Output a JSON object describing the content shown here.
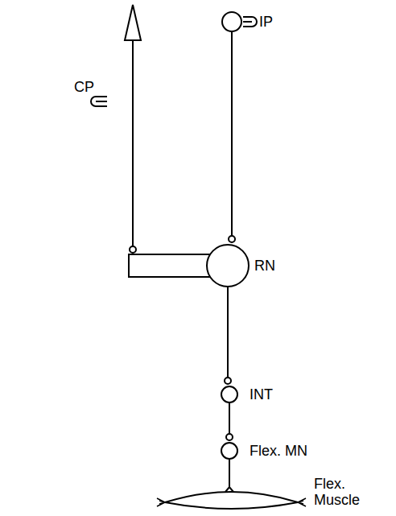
{
  "diagram": {
    "nodes": [
      {
        "text": [
          "IP"
        ]
      },
      {
        "text": [
          "RN"
        ]
      },
      {
        "text": [
          "INT"
        ]
      },
      {
        "text": [
          "Flex. MN"
        ]
      },
      {
        "text": [
          "Flex. Muscle"
        ]
      }
    ],
    "edges": [
      {
        "from": 0,
        "to": 1,
        "arrow": "none"
      },
      {
        "from": 1,
        "to": 2,
        "arrow": "none"
      },
      {
        "from": 2,
        "to": 3,
        "arrow": "none"
      },
      {
        "from": 3,
        "to": 4,
        "arrow": "none"
      }
    ],
    "labels": [
      "CP"
    ]
  }
}
